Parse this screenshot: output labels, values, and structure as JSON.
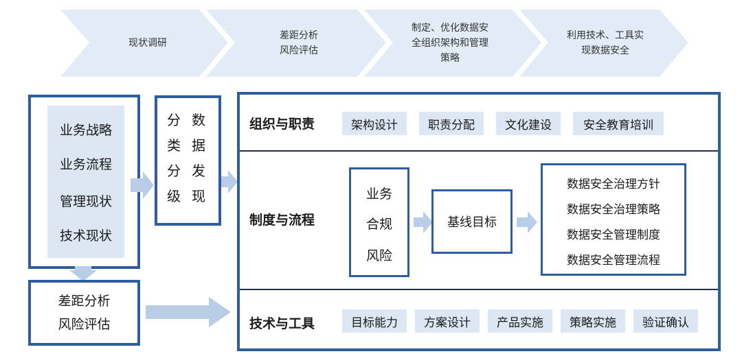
{
  "process_steps": [
    {
      "label": "现状调研"
    },
    {
      "label": "差距分析\n风险评估"
    },
    {
      "label": "制定、优化数据安\n全组织架构和管理\n策略"
    },
    {
      "label": "利用技术、工具实\n现数据安全"
    }
  ],
  "left_column": {
    "current_state": [
      "业务战略",
      "业务流程",
      "管理现状",
      "技术现状"
    ],
    "gap_analysis": [
      "差距分析",
      "风险评估"
    ]
  },
  "data_discovery": {
    "col1": [
      "分",
      "类",
      "分",
      "级"
    ],
    "col2": [
      "数",
      "据",
      "发",
      "现"
    ]
  },
  "rows": {
    "org": {
      "title": "组织与职责",
      "tags": [
        "架构设计",
        "职责分配",
        "文化建设",
        "安全教育培训"
      ]
    },
    "policy": {
      "title": "制度与流程",
      "risk_box": [
        "业务",
        "合规",
        "风险"
      ],
      "baseline": "基线目标",
      "policies": [
        "数据安全治理方针",
        "数据安全治理策略",
        "数据安全管理制度",
        "数据安全管理流程"
      ]
    },
    "tech": {
      "title": "技术与工具",
      "tags": [
        "目标能力",
        "方案设计",
        "产品实施",
        "策略实施",
        "验证确认"
      ]
    }
  },
  "colors": {
    "frame": "#2e5e9e",
    "fill": "#dce7f3",
    "chevron": "#e3ecf6",
    "arrow": "#b9cde6"
  }
}
